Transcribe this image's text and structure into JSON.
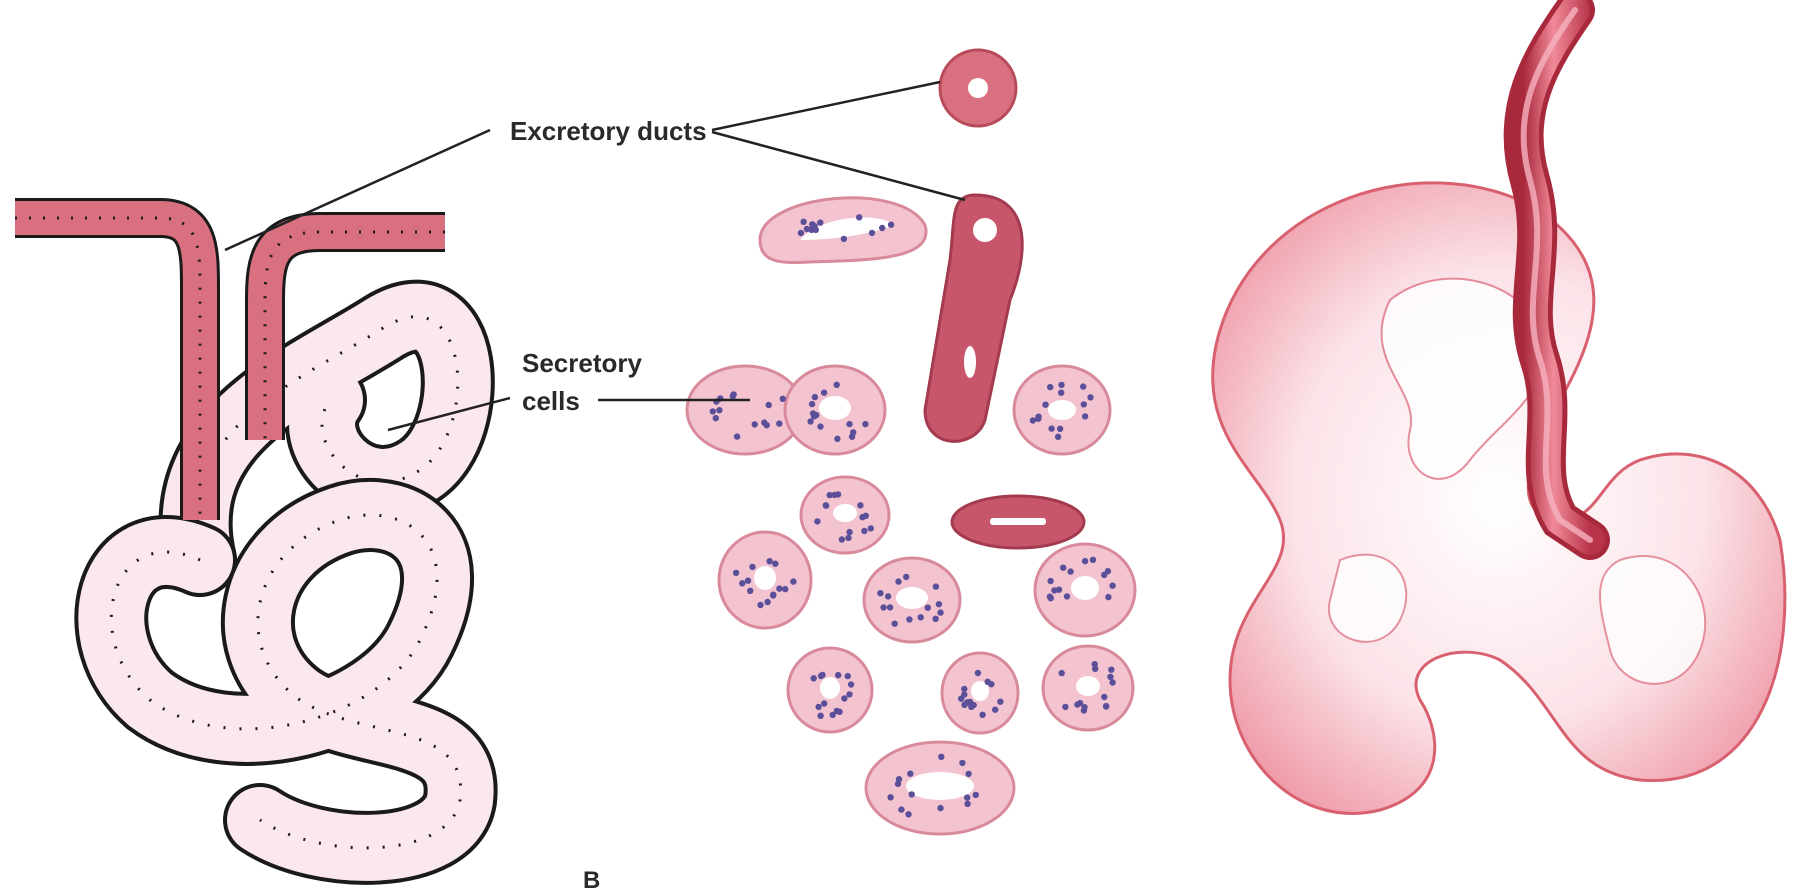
{
  "labels": {
    "excretory_ducts": "Excretory ducts",
    "secretory_line1": "Secretory",
    "secretory_line2": "cells",
    "panel_letter": "B"
  },
  "colors": {
    "duct_fill": "#d9707f",
    "duct_dark": "#b84a5c",
    "secretory_fill": "#fbe8ec",
    "cell_outline": "#1a1a1a",
    "section_fill": "#f3c4cf",
    "nucleus": "#5b4f9a",
    "gland_light": "#fbe3e8",
    "gland_edge": "#e07c8c",
    "duct_tube": "#d2455a",
    "leader_line": "#222222"
  }
}
